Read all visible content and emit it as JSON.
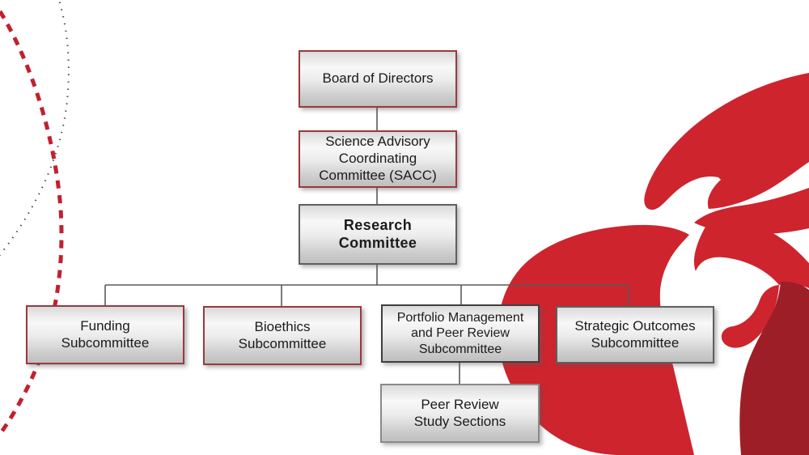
{
  "org_chart": {
    "type": "org-chart",
    "title": "Research Committee organizational structure",
    "nodes": [
      {
        "id": "board",
        "label": "Board of Directors",
        "level": 1,
        "border": "maroon"
      },
      {
        "id": "sacc",
        "label": "Science Advisory\nCoordinating\nCommittee (SACC)",
        "level": 2,
        "border": "maroon"
      },
      {
        "id": "research",
        "label": "Research\nCommittee",
        "level": 3,
        "border": "gray",
        "emphasis": "bold"
      },
      {
        "id": "funding",
        "label": "Funding\nSubcommittee",
        "level": 4,
        "border": "maroon"
      },
      {
        "id": "bioethics",
        "label": "Bioethics\nSubcommittee",
        "level": 4,
        "border": "maroon"
      },
      {
        "id": "portfolio",
        "label": "Portfolio Management\nand Peer Review\nSubcommittee",
        "level": 4,
        "border": "dark-gray"
      },
      {
        "id": "strategic",
        "label": "Strategic Outcomes\nSubcommittee",
        "level": 4,
        "border": "gray"
      },
      {
        "id": "peer_review",
        "label": "Peer Review\nStudy Sections",
        "level": 5,
        "border": "gray"
      }
    ],
    "edges": [
      [
        "board",
        "sacc"
      ],
      [
        "sacc",
        "research"
      ],
      [
        "research",
        "funding"
      ],
      [
        "research",
        "bioethics"
      ],
      [
        "research",
        "portfolio"
      ],
      [
        "research",
        "strategic"
      ],
      [
        "portfolio",
        "peer_review"
      ]
    ]
  },
  "decorations": {
    "logo": "heart-torch-logo",
    "left_arcs": [
      "black-dotted-arc",
      "red-dashed-arc"
    ]
  },
  "colors": {
    "brand_red": "#ce242e",
    "brand_red_dark": "#9e1e27",
    "dashed_arc_red": "#c2202e",
    "dotted_arc_black": "#3f3f3f",
    "connector_gray": "#5a5a5a",
    "maroon_border": "#9a3a3c",
    "box_fill_top": "#f8f8f8",
    "box_fill_bottom": "#bfbfbf",
    "text": "#1b1b1b",
    "background": "#ffffff"
  }
}
